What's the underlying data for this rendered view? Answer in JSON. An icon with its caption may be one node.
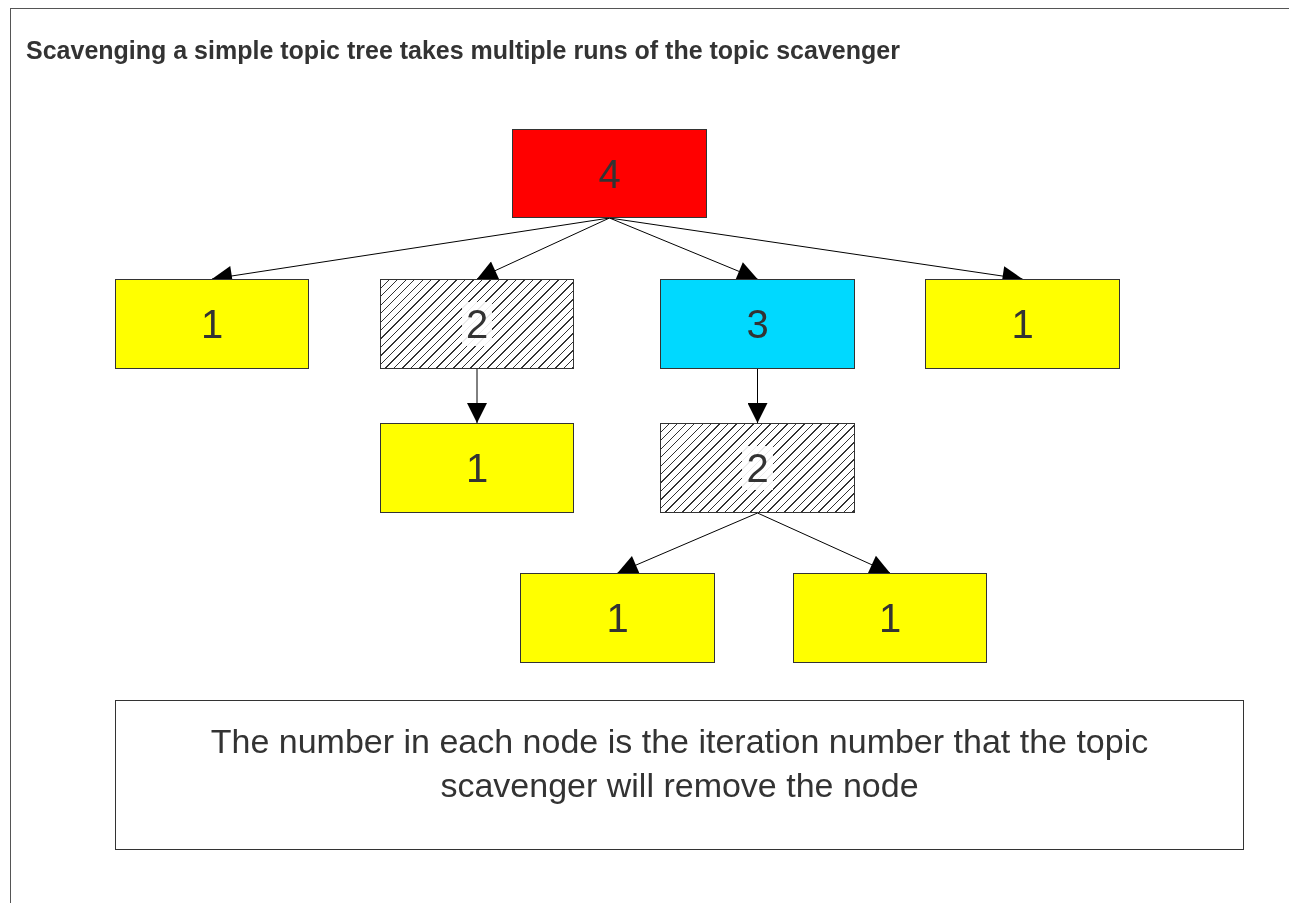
{
  "diagram": {
    "title": "Scavenging a simple topic tree takes multiple runs of the topic scavenger",
    "nodes": [
      {
        "text": [
          "4"
        ]
      },
      {
        "text": [
          "1"
        ]
      },
      {
        "text": [
          "2"
        ]
      },
      {
        "text": [
          "3"
        ]
      },
      {
        "text": [
          "1"
        ]
      },
      {
        "text": [
          "1"
        ]
      },
      {
        "text": [
          "2"
        ]
      },
      {
        "text": [
          "1"
        ]
      },
      {
        "text": [
          "1"
        ]
      },
      {
        "text": [
          "The number in each node is the iteration number that the topic scavenger will remove the node"
        ]
      }
    ],
    "edges": [
      {
        "from": 0,
        "to": 1,
        "arrow": "to"
      },
      {
        "from": 0,
        "to": 2,
        "arrow": "to"
      },
      {
        "from": 0,
        "to": 3,
        "arrow": "to"
      },
      {
        "from": 0,
        "to": 4,
        "arrow": "to"
      },
      {
        "from": 2,
        "to": 5,
        "arrow": "to"
      },
      {
        "from": 3,
        "to": 6,
        "arrow": "to"
      },
      {
        "from": 6,
        "to": 7,
        "arrow": "to"
      },
      {
        "from": 6,
        "to": 8,
        "arrow": "to"
      }
    ]
  }
}
